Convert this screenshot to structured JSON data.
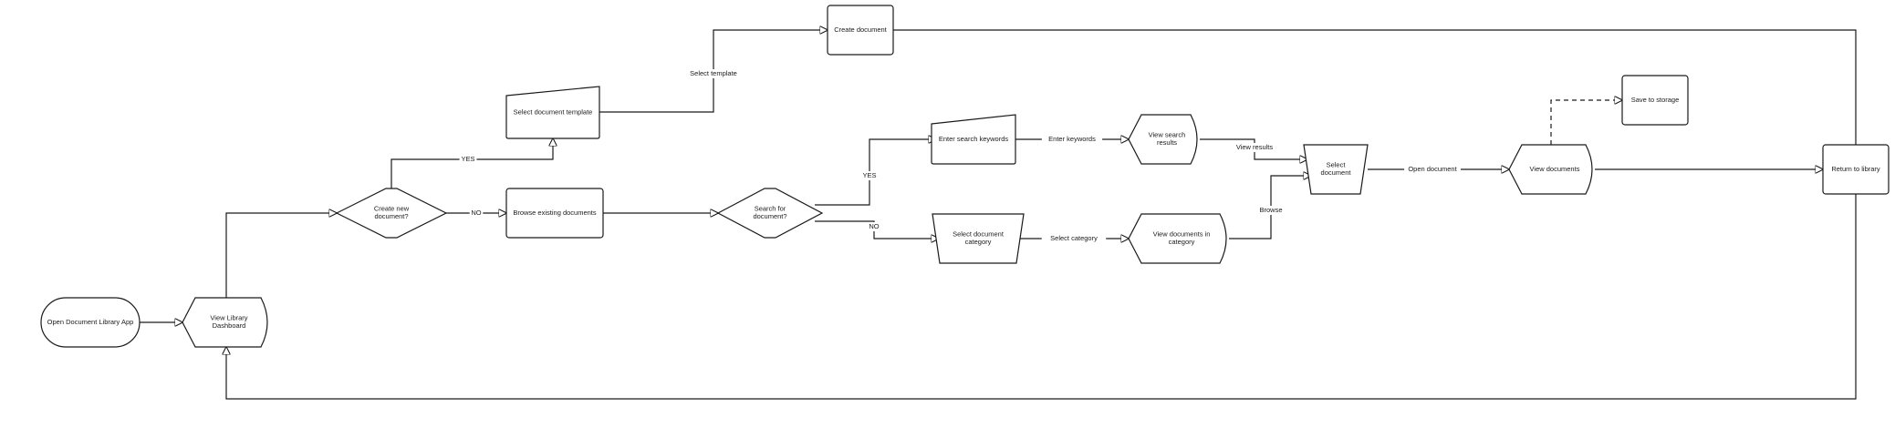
{
  "nodes": {
    "open_app": {
      "label": [
        "Open Document Library App"
      ],
      "shape": "terminator"
    },
    "view_dashboard": {
      "label": [
        "View Library",
        "Dashboard"
      ],
      "shape": "display"
    },
    "create_new": {
      "label": [
        "Create new",
        "document?"
      ],
      "shape": "decision"
    },
    "select_template": {
      "label": [
        "Select document template"
      ],
      "shape": "manual-input"
    },
    "create_document": {
      "label": [
        "Create document"
      ],
      "shape": "process"
    },
    "browse_existing": {
      "label": [
        "Browse existing documents"
      ],
      "shape": "process"
    },
    "search_for": {
      "label": [
        "Search for",
        "document?"
      ],
      "shape": "decision"
    },
    "enter_keywords": {
      "label": [
        "Enter search keywords"
      ],
      "shape": "manual-input"
    },
    "view_results": {
      "label": [
        "View search",
        "results"
      ],
      "shape": "display"
    },
    "select_category": {
      "label": [
        "Select document",
        "category"
      ],
      "shape": "manual-operation"
    },
    "view_in_category": {
      "label": [
        "View documents in",
        "category"
      ],
      "shape": "display"
    },
    "select_document": {
      "label": [
        "Select",
        "document"
      ],
      "shape": "manual-operation"
    },
    "view_documents": {
      "label": [
        "View documents"
      ],
      "shape": "display"
    },
    "save_storage": {
      "label": [
        "Save to storage"
      ],
      "shape": "process"
    },
    "return_library": {
      "label": [
        "Return to library"
      ],
      "shape": "process"
    }
  },
  "edges": [
    {
      "from": "open_app",
      "to": "view_dashboard",
      "label": ""
    },
    {
      "from": "view_dashboard",
      "to": "create_new",
      "label": ""
    },
    {
      "from": "create_new",
      "to": "select_template",
      "label": "YES"
    },
    {
      "from": "create_new",
      "to": "browse_existing",
      "label": "NO"
    },
    {
      "from": "select_template",
      "to": "create_document",
      "label": "Select template"
    },
    {
      "from": "create_document",
      "to": "return_library",
      "label": ""
    },
    {
      "from": "browse_existing",
      "to": "search_for",
      "label": ""
    },
    {
      "from": "search_for",
      "to": "enter_keywords",
      "label": "YES"
    },
    {
      "from": "search_for",
      "to": "select_category",
      "label": "NO"
    },
    {
      "from": "enter_keywords",
      "to": "view_results",
      "label": "Enter keywords"
    },
    {
      "from": "view_results",
      "to": "select_document",
      "label": "View results"
    },
    {
      "from": "select_category",
      "to": "view_in_category",
      "label": "Select category"
    },
    {
      "from": "view_in_category",
      "to": "select_document",
      "label": "Browse"
    },
    {
      "from": "select_document",
      "to": "view_documents",
      "label": "Open document"
    },
    {
      "from": "view_documents",
      "to": "save_storage",
      "label": "",
      "style": "dashed"
    },
    {
      "from": "view_documents",
      "to": "return_library",
      "label": ""
    },
    {
      "from": "return_library",
      "to": "view_dashboard",
      "label": ""
    }
  ]
}
